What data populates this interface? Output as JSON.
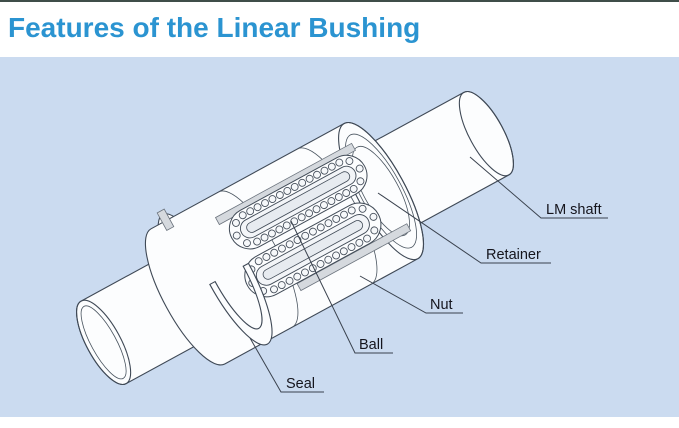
{
  "window": {
    "top_bar_color": "#3f4e49",
    "background_color": "#ffffff"
  },
  "header": {
    "title": "Features of the Linear Bushing",
    "title_color": "#2b94d1"
  },
  "panel": {
    "background_color": "#cbdbf0"
  },
  "diagram": {
    "subject": "Isometric cutaway illustration of a linear bushing on a shaft",
    "line_color": "#3f4956",
    "retainer_color": "#d5d9de",
    "labels": {
      "lm_shaft": "LM shaft",
      "retainer": "Retainer",
      "nut": "Nut",
      "ball": "Ball",
      "seal": "Seal"
    }
  }
}
